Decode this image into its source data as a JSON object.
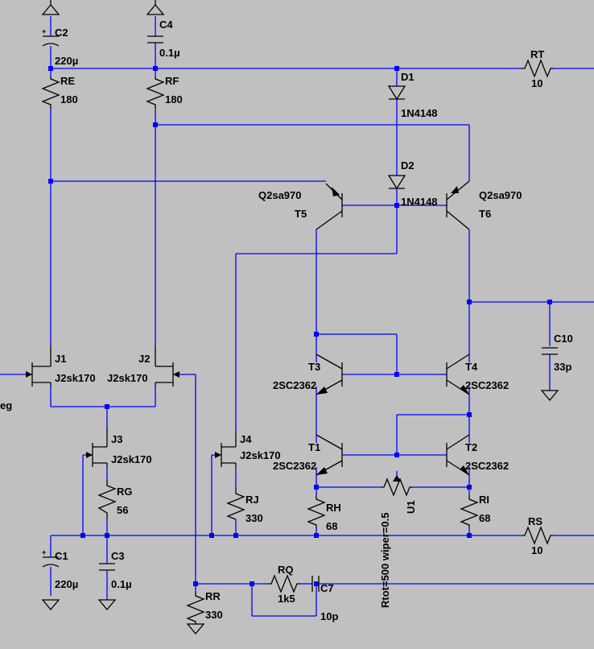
{
  "components": {
    "C2": {
      "name": "C2",
      "value": "220µ"
    },
    "C4": {
      "name": "C4",
      "value": "0.1µ"
    },
    "RE": {
      "name": "RE",
      "value": "180"
    },
    "RF": {
      "name": "RF",
      "value": "180"
    },
    "RT": {
      "name": "RT",
      "value": "10"
    },
    "D1": {
      "name": "D1",
      "value": "1N4148"
    },
    "D2": {
      "name": "D2",
      "value": "1N4148"
    },
    "T5": {
      "name": "T5",
      "value": "Q2sa970"
    },
    "T6": {
      "name": "T6",
      "value": "Q2sa970"
    },
    "J1": {
      "name": "J1",
      "value": "J2sk170"
    },
    "J2": {
      "name": "J2",
      "value": "J2sk170"
    },
    "J3": {
      "name": "J3",
      "value": "J2sk170"
    },
    "J4": {
      "name": "J4",
      "value": "J2sk170"
    },
    "T3": {
      "name": "T3",
      "value": "2SC2362"
    },
    "T4": {
      "name": "T4",
      "value": "2SC2362"
    },
    "T1": {
      "name": "T1",
      "value": "2SC2362"
    },
    "T2": {
      "name": "T2",
      "value": "2SC2362"
    },
    "C10": {
      "name": "C10",
      "value": "33p"
    },
    "RG": {
      "name": "RG",
      "value": "56"
    },
    "RJ": {
      "name": "RJ",
      "value": "330"
    },
    "RH": {
      "name": "RH",
      "value": "68"
    },
    "RI": {
      "name": "RI",
      "value": "68"
    },
    "U1": {
      "name": "U1",
      "value": "Rtot=500 wiper=0.5"
    },
    "RS": {
      "name": "RS",
      "value": "10"
    },
    "C1": {
      "name": "C1",
      "value": "220µ"
    },
    "C3": {
      "name": "C3",
      "value": "0.1µ"
    },
    "RQ": {
      "name": "RQ",
      "value": "1k5"
    },
    "C7": {
      "name": "C7",
      "value": "10p"
    },
    "RR": {
      "name": "RR",
      "value": "330"
    }
  },
  "net_label_fragment": "eg"
}
